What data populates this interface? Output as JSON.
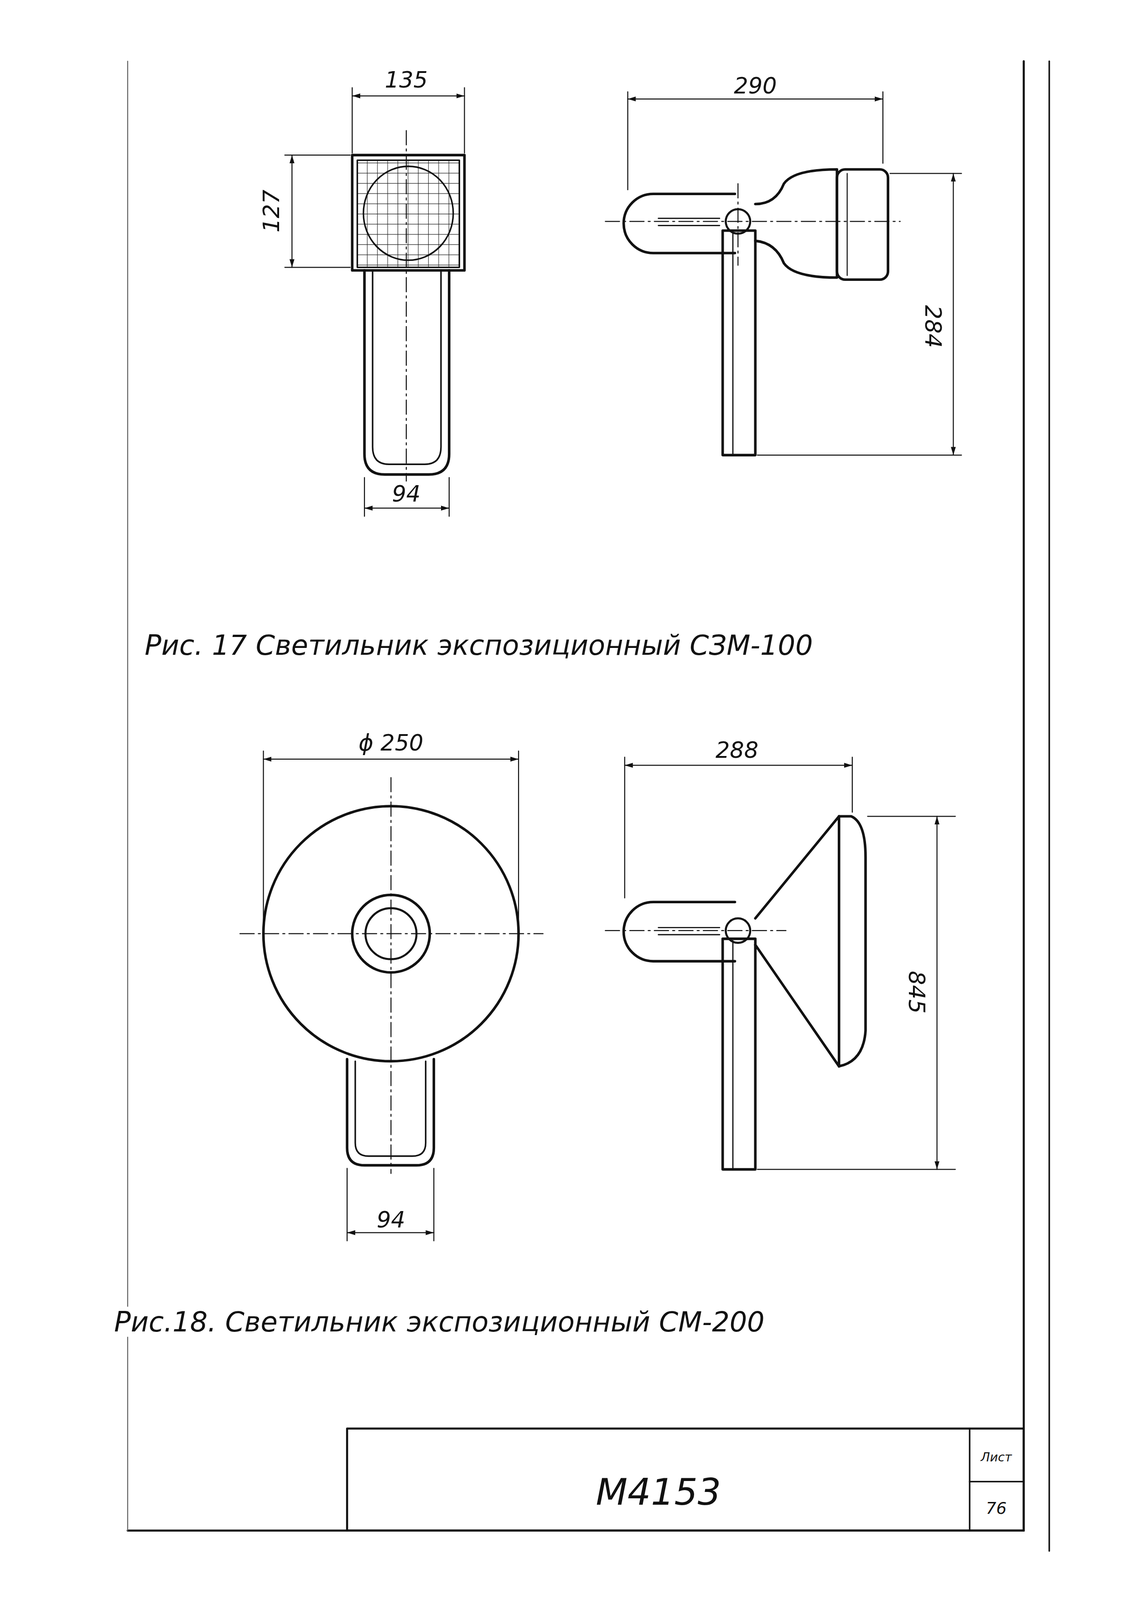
{
  "diagram": {
    "labels": [
      "135",
      "127",
      "94",
      "290",
      "284",
      "Рис. 17 Светильник экспозиционный СЗМ-100",
      "ϕ 250",
      "288",
      "845",
      "94",
      "Рис.18. Светильник экспозиционный СМ-200",
      "М4153",
      "Лист",
      "76"
    ]
  }
}
